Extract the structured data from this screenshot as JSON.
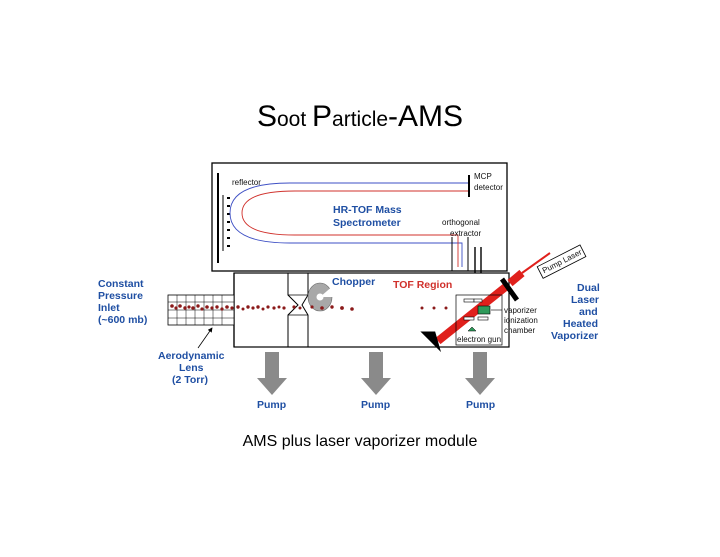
{
  "slide": {
    "title_parts": [
      {
        "text": "S",
        "size": "big"
      },
      {
        "text": "oot ",
        "size": "small"
      },
      {
        "text": "P",
        "size": "big"
      },
      {
        "text": "article",
        "size": "small"
      },
      {
        "text": "-AMS",
        "size": "big"
      }
    ],
    "caption": "AMS plus laser vaporizer module"
  },
  "diagram": {
    "labels": {
      "reflector": "reflector",
      "mcp_line1": "MCP",
      "mcp_line2": "detector",
      "hr_tof_line1": "HR-TOF Mass",
      "hr_tof_line2": "Spectrometer",
      "orth_line1": "orthogonal",
      "orth_line2": "extractor",
      "pump_laser": "Pump Laser",
      "inlet_line1": "Constant",
      "inlet_line2": "Pressure",
      "inlet_line3": "Inlet",
      "inlet_line4": "(~600 mb)",
      "chopper": "Chopper",
      "tof_region": "TOF Region",
      "vaporizer": "vaporizer",
      "ionization_line1": "ionization",
      "ionization_line2": "chamber",
      "electron_gun": "electron gun",
      "dual_line1": "Dual",
      "dual_line2": "Laser",
      "dual_line3": "and",
      "dual_line4": "Heated",
      "dual_line5": "Vaporizer",
      "lens_line1": "Aerodynamic",
      "lens_line2": "Lens",
      "lens_line3": "(2 Torr)",
      "pump": "Pump"
    },
    "colors": {
      "label_blue": "#1f4fa3",
      "label_red": "#d0302b",
      "laser_red": "#e0201c",
      "particle": "#8b1a1a",
      "pump_arrow": "#8a8a8a",
      "vaporizer_green": "#2e9a5a"
    }
  }
}
